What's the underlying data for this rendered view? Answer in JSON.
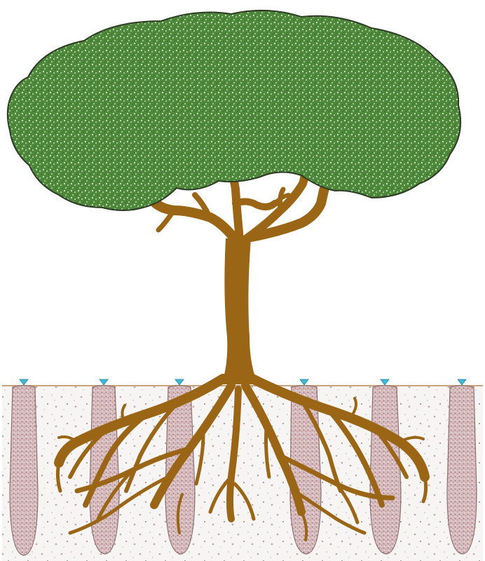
{
  "diagram": {
    "colors": {
      "background": "#ffffff",
      "canopy": "#4f8a3c",
      "canopy_outline": "#2e3b25",
      "trunk": "#9a6514",
      "soil": "#f7f5f3",
      "soil_line": "#c9a37a",
      "soil_speck": "#b9aaa8",
      "column_fill": "#c7a3a6",
      "column_outline": "#8e6f71",
      "emitter": "#3fb8d6"
    },
    "soil_columns": 6,
    "emitters": 6,
    "icons": [
      "tree-canopy",
      "tree-trunk",
      "tree-roots",
      "soil-layer",
      "soil-column",
      "water-emitter"
    ]
  }
}
